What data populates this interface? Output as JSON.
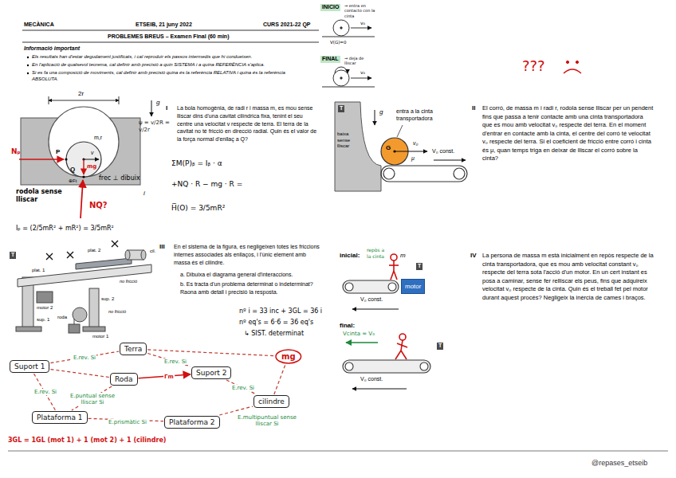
{
  "diagram": {
    "title": "PROBLEMES BREUS – Examen Final (60 min)",
    "nodes": [
      {
        "text": [
          "Terra"
        ]
      },
      {
        "text": [
          "Suport 1"
        ]
      },
      {
        "text": [
          "Roda"
        ]
      },
      {
        "text": [
          "Suport 2"
        ]
      },
      {
        "text": [
          "Plataforma 1"
        ]
      },
      {
        "text": [
          "Plataforma 2"
        ]
      },
      {
        "text": [
          "cilindre"
        ]
      },
      {
        "text": [
          "mg"
        ]
      },
      {
        "text": [
          "motor"
        ]
      }
    ],
    "edges": [
      {
        "from": 1,
        "to": 0,
        "arrow": "none",
        "label": "E.rev. Si"
      },
      {
        "from": 0,
        "to": 3,
        "arrow": "none",
        "label": "E.rev. Si"
      },
      {
        "from": 1,
        "to": 2,
        "arrow": "none"
      },
      {
        "from": 1,
        "to": 4,
        "arrow": "none",
        "label": "E.rev. Si"
      },
      {
        "from": 2,
        "to": 4,
        "arrow": "none",
        "label": "E.puntual sense lliscar Si"
      },
      {
        "from": 4,
        "to": 5,
        "arrow": "none",
        "label": "E.prismàtic Si"
      },
      {
        "from": 2,
        "to": 3,
        "arrow": "to",
        "label": "Γm"
      },
      {
        "from": 3,
        "to": 6,
        "arrow": "none",
        "label": "E.rev. Si"
      },
      {
        "from": 5,
        "to": 6,
        "arrow": "none",
        "label": "E.multipuntual sense lliscar Si"
      },
      {
        "from": 6,
        "to": 7,
        "arrow": "none"
      },
      {
        "from": 0,
        "to": 7,
        "arrow": "none"
      }
    ],
    "labels": [
      "MECÀNICA",
      "ETSEIB, 21 juny 2022",
      "CURS 2021-22 QP",
      "Informació important",
      "Els resultats han d'estar degudament justificats, i cal reproduir els passos intermedis que hi condueixen.",
      "En l'aplicació de qualsevol teorema, cal definir amb precisió a quin SISTEMA i a quina REFERÈNCIA s'aplica.",
      "Si es fa una composició de moviments, cal definir amb precisió quina és la referència RELATIVA i quina és la referència ABSOLUTA.",
      "I",
      "La bola homogènia, de radi r i massa m, es mou sense lliscar dins d'una cavitat cilíndrica fixa, tenint el seu centre una velocitat v respecte de terra. El terra de la cavitat no té fricció en direcció radial. Quin és el valor de la força normal d'enllaç a Q?",
      "ψ̇ = v/2R = v/2r",
      "g",
      "2r",
      "m,r",
      "P",
      "v",
      "Q",
      "mg",
      "Nₚ",
      "frec ⊥ dibuix",
      "rodola sense lliscar",
      "NQ?",
      "i",
      "⊕Ft",
      "ΣM(P)ᵦ = Iᵦ · α",
      "+NQ · R − mg · R =",
      "H̅(O) = 3/5mR²",
      "Iₚ = (2/5mR² + mR²) = 3/5mR²",
      "INICIO",
      "→ entra en contacto con la cinta",
      "V(G)=0",
      "FINAL",
      "→ deja de lliscar",
      "v₀",
      "v₀",
      "???",
      "T",
      "g",
      "baixa sense lliscar",
      "entra a la cinta transportadora",
      "G",
      "v₀",
      "μ",
      "V₀ const.",
      "II",
      "El corró, de massa m i radi r, rodola sense lliscar per un pendent fins que passa a tenir contacte amb una cinta transportadora que es mou amb velocitat v₀ respecte del terra. En el moment d'entrar en contacte amb la cinta, el centre del corró té velocitat v₀ respecte del terra. Si el coeficient de fricció entre corró i cinta és μ, quan temps triga en deixar de lliscar el corró sobre la cinta?",
      "T",
      "III",
      "En el sistema de la figura, es negligeixen totes les friccions internes associades als enllaços, i l'únic element amb massa és el cilindre.",
      "a. Dibuixa el diagrama general d'interaccions.",
      "b. Es tracta d'un problema determinat o indeterminat? Raona amb detall i precisió la resposta.",
      "plat. 1",
      "plat. 2",
      "cil.",
      "no fricció",
      "motor 2",
      "sup. 2",
      "sup. 1",
      "roda",
      "no fricció",
      "motor 1",
      "nº i = 33 inc + 3GL = 36 i",
      "nº eq's = 6·6 = 36 eq's",
      "↳ SIST. determinat",
      "3GL = 1GL (mot 1) + 1 (mot 2) + 1 (cilindre)",
      "inicial:",
      "repòs a la cinta",
      "m",
      "T",
      "V₀ const.",
      "final:",
      "Vcinta = V₀",
      "T",
      "V₀ const.",
      "IV",
      "La persona de massa m està inicialment en repòs respecte de la cinta transportadora, que es mou amb velocitat constant v₀ respecte del terra sota l'acció d'un motor. En un cert instant es posa a caminar, sense fer relliscar els peus, fins que adquireix velocitat v₀ respecte de la cinta. Quin és el treball fet pel motor durant aquest procés? Negligeix la inèrcia de cames i braços.",
      "@repases_etseib"
    ]
  }
}
